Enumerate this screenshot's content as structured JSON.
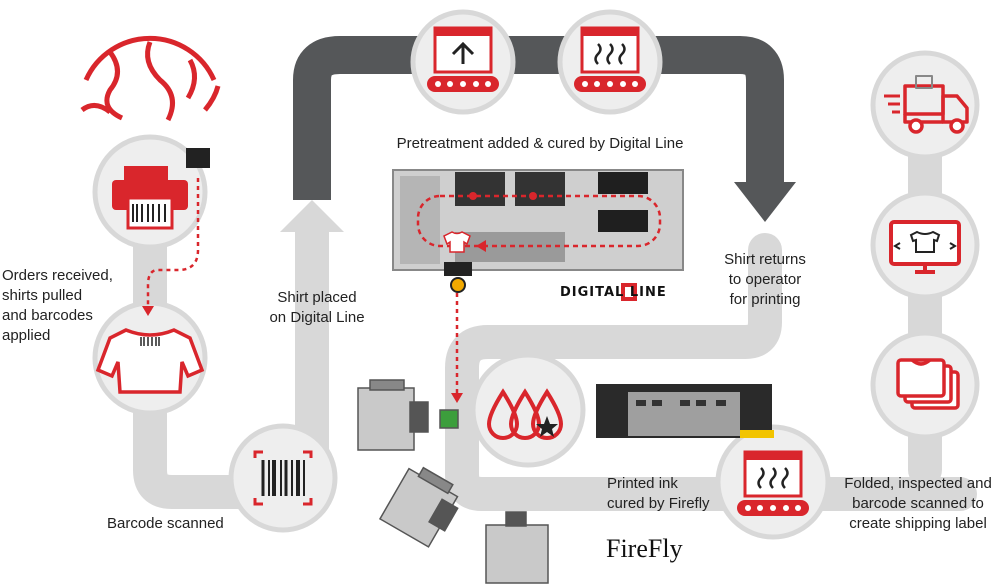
{
  "labels": {
    "pretreatment": "Pretreatment added & cured by Digital Line",
    "orders": "Orders received,\nshirts pulled\nand barcodes\napplied",
    "shirt_placed": "Shirt placed\non Digital Line",
    "shirt_returns": "Shirt returns\nto operator\nfor printing",
    "barcode_scanned": "Barcode scanned",
    "printed_ink": "Printed ink\ncured by Firefly",
    "folded": "Folded, inspected and\nbarcode scanned to\ncreate shipping label"
  },
  "brands": {
    "digital_line": "DIGITAL LINE",
    "firefly": "FireFly"
  },
  "colors": {
    "accent": "#d9262c",
    "dark_track": "#555759",
    "light_track": "#d8d8d8",
    "circle_bg": "#eeeeee"
  },
  "icons": [
    "globe-icon",
    "printer-icon",
    "shirt-icon",
    "barcode-icon",
    "conveyor-up-arrow-icon",
    "conveyor-heat-icon",
    "ink-drops-icon",
    "delivery-truck-icon",
    "monitor-shirt-icon",
    "folded-shirts-icon"
  ]
}
